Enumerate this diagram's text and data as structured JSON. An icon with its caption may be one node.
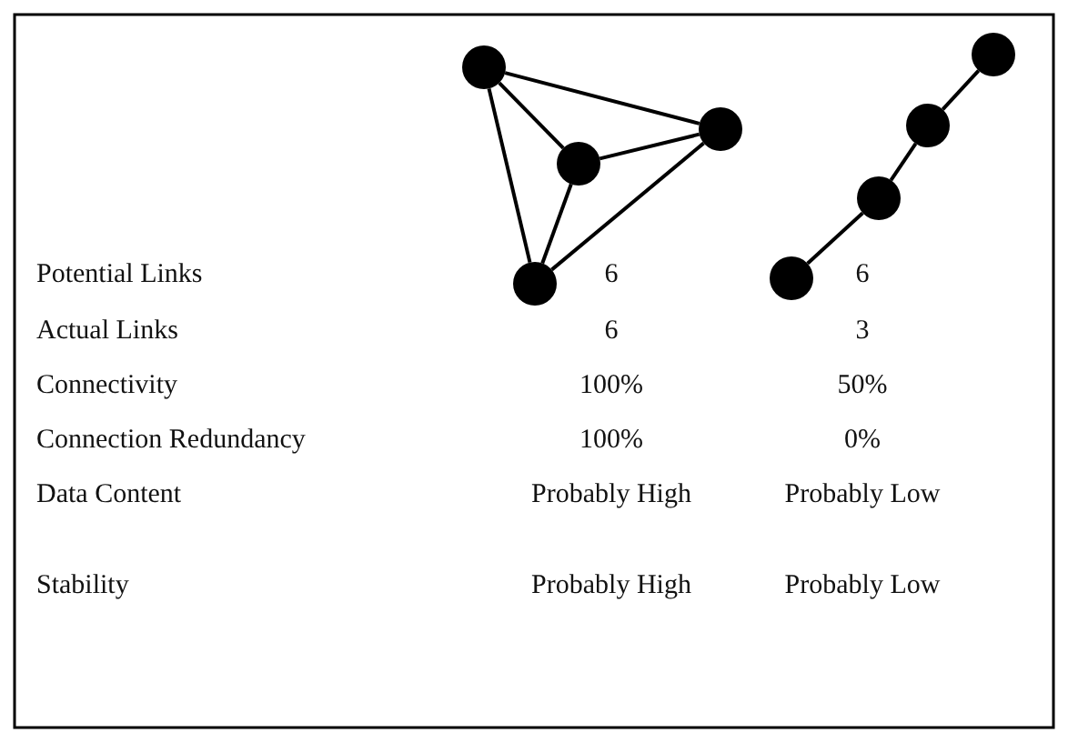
{
  "diagram": {
    "nodes": [
      {
        "text": [],
        "shape": "circle"
      },
      {
        "text": [],
        "shape": "circle"
      },
      {
        "text": [],
        "shape": "circle"
      },
      {
        "text": [],
        "shape": "circle"
      },
      {
        "text": [],
        "shape": "circle"
      },
      {
        "text": [],
        "shape": "circle"
      },
      {
        "text": [],
        "shape": "circle"
      },
      {
        "text": [],
        "shape": "circle"
      }
    ],
    "edges": [
      {
        "from": 0,
        "to": 3,
        "arrow": "none"
      },
      {
        "from": 0,
        "to": 2,
        "arrow": "none"
      },
      {
        "from": 0,
        "to": 1,
        "arrow": "none"
      },
      {
        "from": 2,
        "to": 3,
        "arrow": "none"
      },
      {
        "from": 2,
        "to": 1,
        "arrow": "none"
      },
      {
        "from": 1,
        "to": 3,
        "arrow": "none"
      },
      {
        "from": 4,
        "to": 5,
        "arrow": "none"
      },
      {
        "from": 5,
        "to": 6,
        "arrow": "none"
      },
      {
        "from": 6,
        "to": 7,
        "arrow": "none"
      }
    ],
    "labels": [
      "Potential Links",
      "6",
      "6",
      "Actual Links",
      "6",
      "3",
      "Connectivity",
      "100%",
      "50%",
      "Connection Redundancy",
      "100%",
      "0%",
      "Data Content",
      "Probably High",
      "Probably Low",
      "Stability",
      "Probably High",
      "Probably Low"
    ]
  }
}
